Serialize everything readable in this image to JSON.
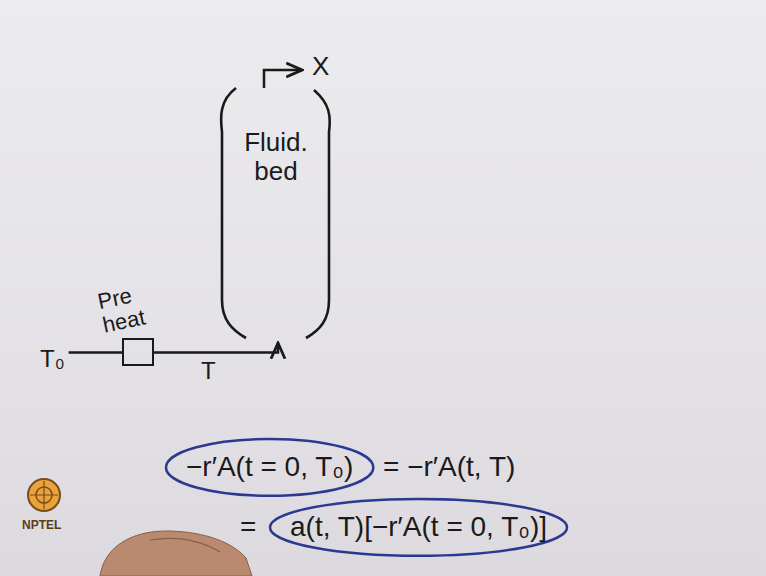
{
  "diagram": {
    "nodes": [
      {
        "text": [
          "Fluid. bed"
        ]
      },
      {
        "text": [
          "Pre heat"
        ]
      }
    ],
    "edges": [
      {
        "from": 1,
        "to": 0,
        "arrow": "to",
        "label": "T"
      }
    ],
    "labels": [
      "X",
      "T₀",
      "−r′A(t = 0, T₀)",
      "= −r′A(t, T)",
      "=",
      "a(t, T)[−r′A(t = 0, T₀)]",
      "NPTEL"
    ]
  }
}
